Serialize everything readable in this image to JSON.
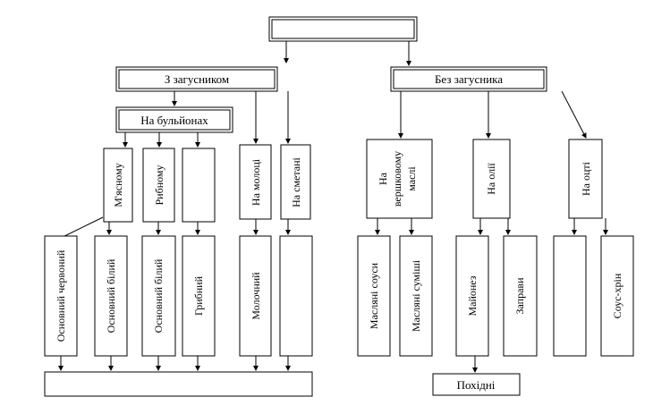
{
  "diagram": {
    "root": "",
    "with_thickener": "З загусником",
    "without_thickener": "Без загусника",
    "on_broths": "На бульйонах",
    "meat": "М'ясному",
    "fish": "Рибному",
    "broth_blank": "",
    "on_milk": "На молоці",
    "on_sour_cream": "На сметані",
    "main_red": "Основний червоний",
    "main_white": "Основний білий",
    "main_white_fish": "Основний білий",
    "mushroom": "Грибний",
    "milk_sauce": "Молочний",
    "sour_cream_sauce": "",
    "on_butter_line1": "На",
    "on_butter_line2": "вершковому",
    "on_butter_line3": "маслі",
    "on_oil": "На олії",
    "on_vinegar": "На оцті",
    "butter_sauces": "Масляні соуси",
    "butter_mixes": "Масляні суміші",
    "mayonnaise": "Майонез",
    "dressings": "Заправи",
    "vinegar_blank": "",
    "horseradish": "Соус-хрін",
    "derivatives": "Похідні",
    "bottom_bar": ""
  }
}
